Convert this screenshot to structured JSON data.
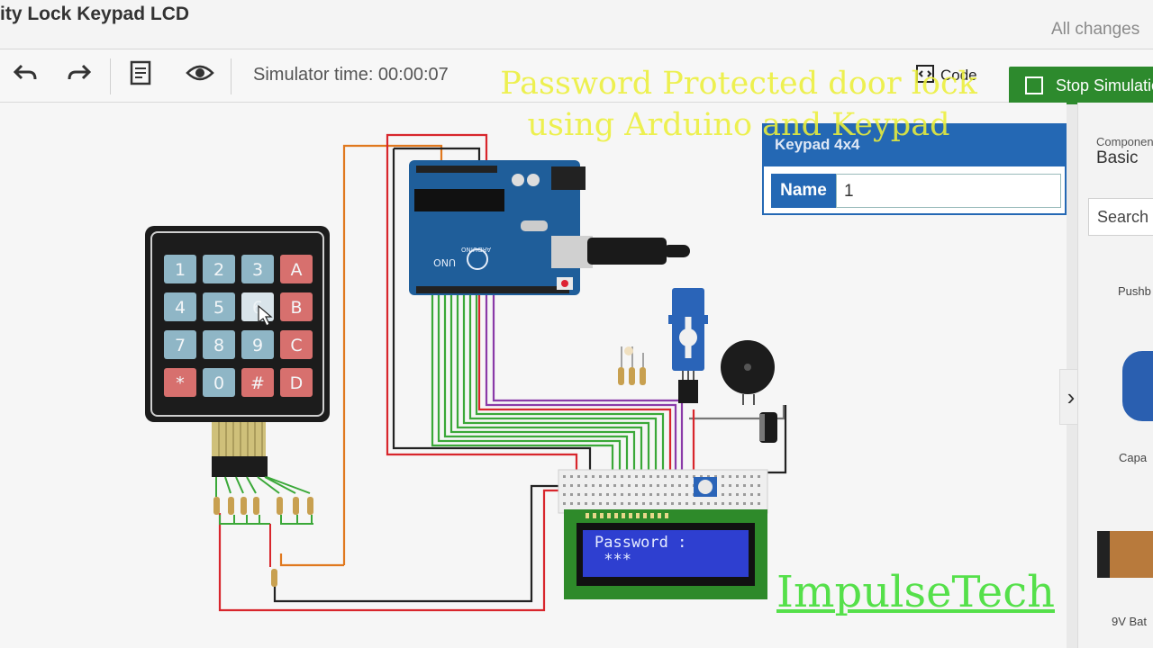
{
  "window": {
    "title": "ity Lock Keypad LCD",
    "save_status": "All changes"
  },
  "toolbar": {
    "undo_icon": "undo-arrow-icon",
    "redo_icon": "redo-arrow-icon",
    "notes_icon": "notes-icon",
    "visibility_icon": "eye-icon",
    "simulator_time": "Simulator time: 00:00:07",
    "code_label": "Code",
    "stop_label": "Stop Simulatio"
  },
  "overlay": {
    "title_line1": "Password Protected door lock",
    "title_line2": "using Arduino and Keypad",
    "watermark": "ImpulseTech"
  },
  "properties_panel": {
    "component": "Keypad 4x4",
    "name_label": "Name",
    "name_value": "1"
  },
  "components_panel": {
    "heading": "Componen",
    "filter": "Basic",
    "search": "Search",
    "items": [
      "Pushb",
      "Capa",
      "9V Bat"
    ]
  },
  "keypad": {
    "keys": [
      "1",
      "2",
      "3",
      "A",
      "4",
      "5",
      "6",
      "B",
      "7",
      "8",
      "9",
      "C",
      "*",
      "0",
      "#",
      "D"
    ]
  },
  "lcd": {
    "line1": "Password :",
    "line2": " ***"
  },
  "arduino": {
    "model": "UNO",
    "brand": "ARDUINO"
  },
  "colors": {
    "stop_button": "#2d8a2d",
    "properties_header": "#2468b4",
    "overlay_title": "#ecf03a",
    "watermark": "#55e04a",
    "arduino_board": "#1f5e9a",
    "lcd_screen": "#2e3fd0",
    "lcd_bezel": "#2e8a2a"
  }
}
